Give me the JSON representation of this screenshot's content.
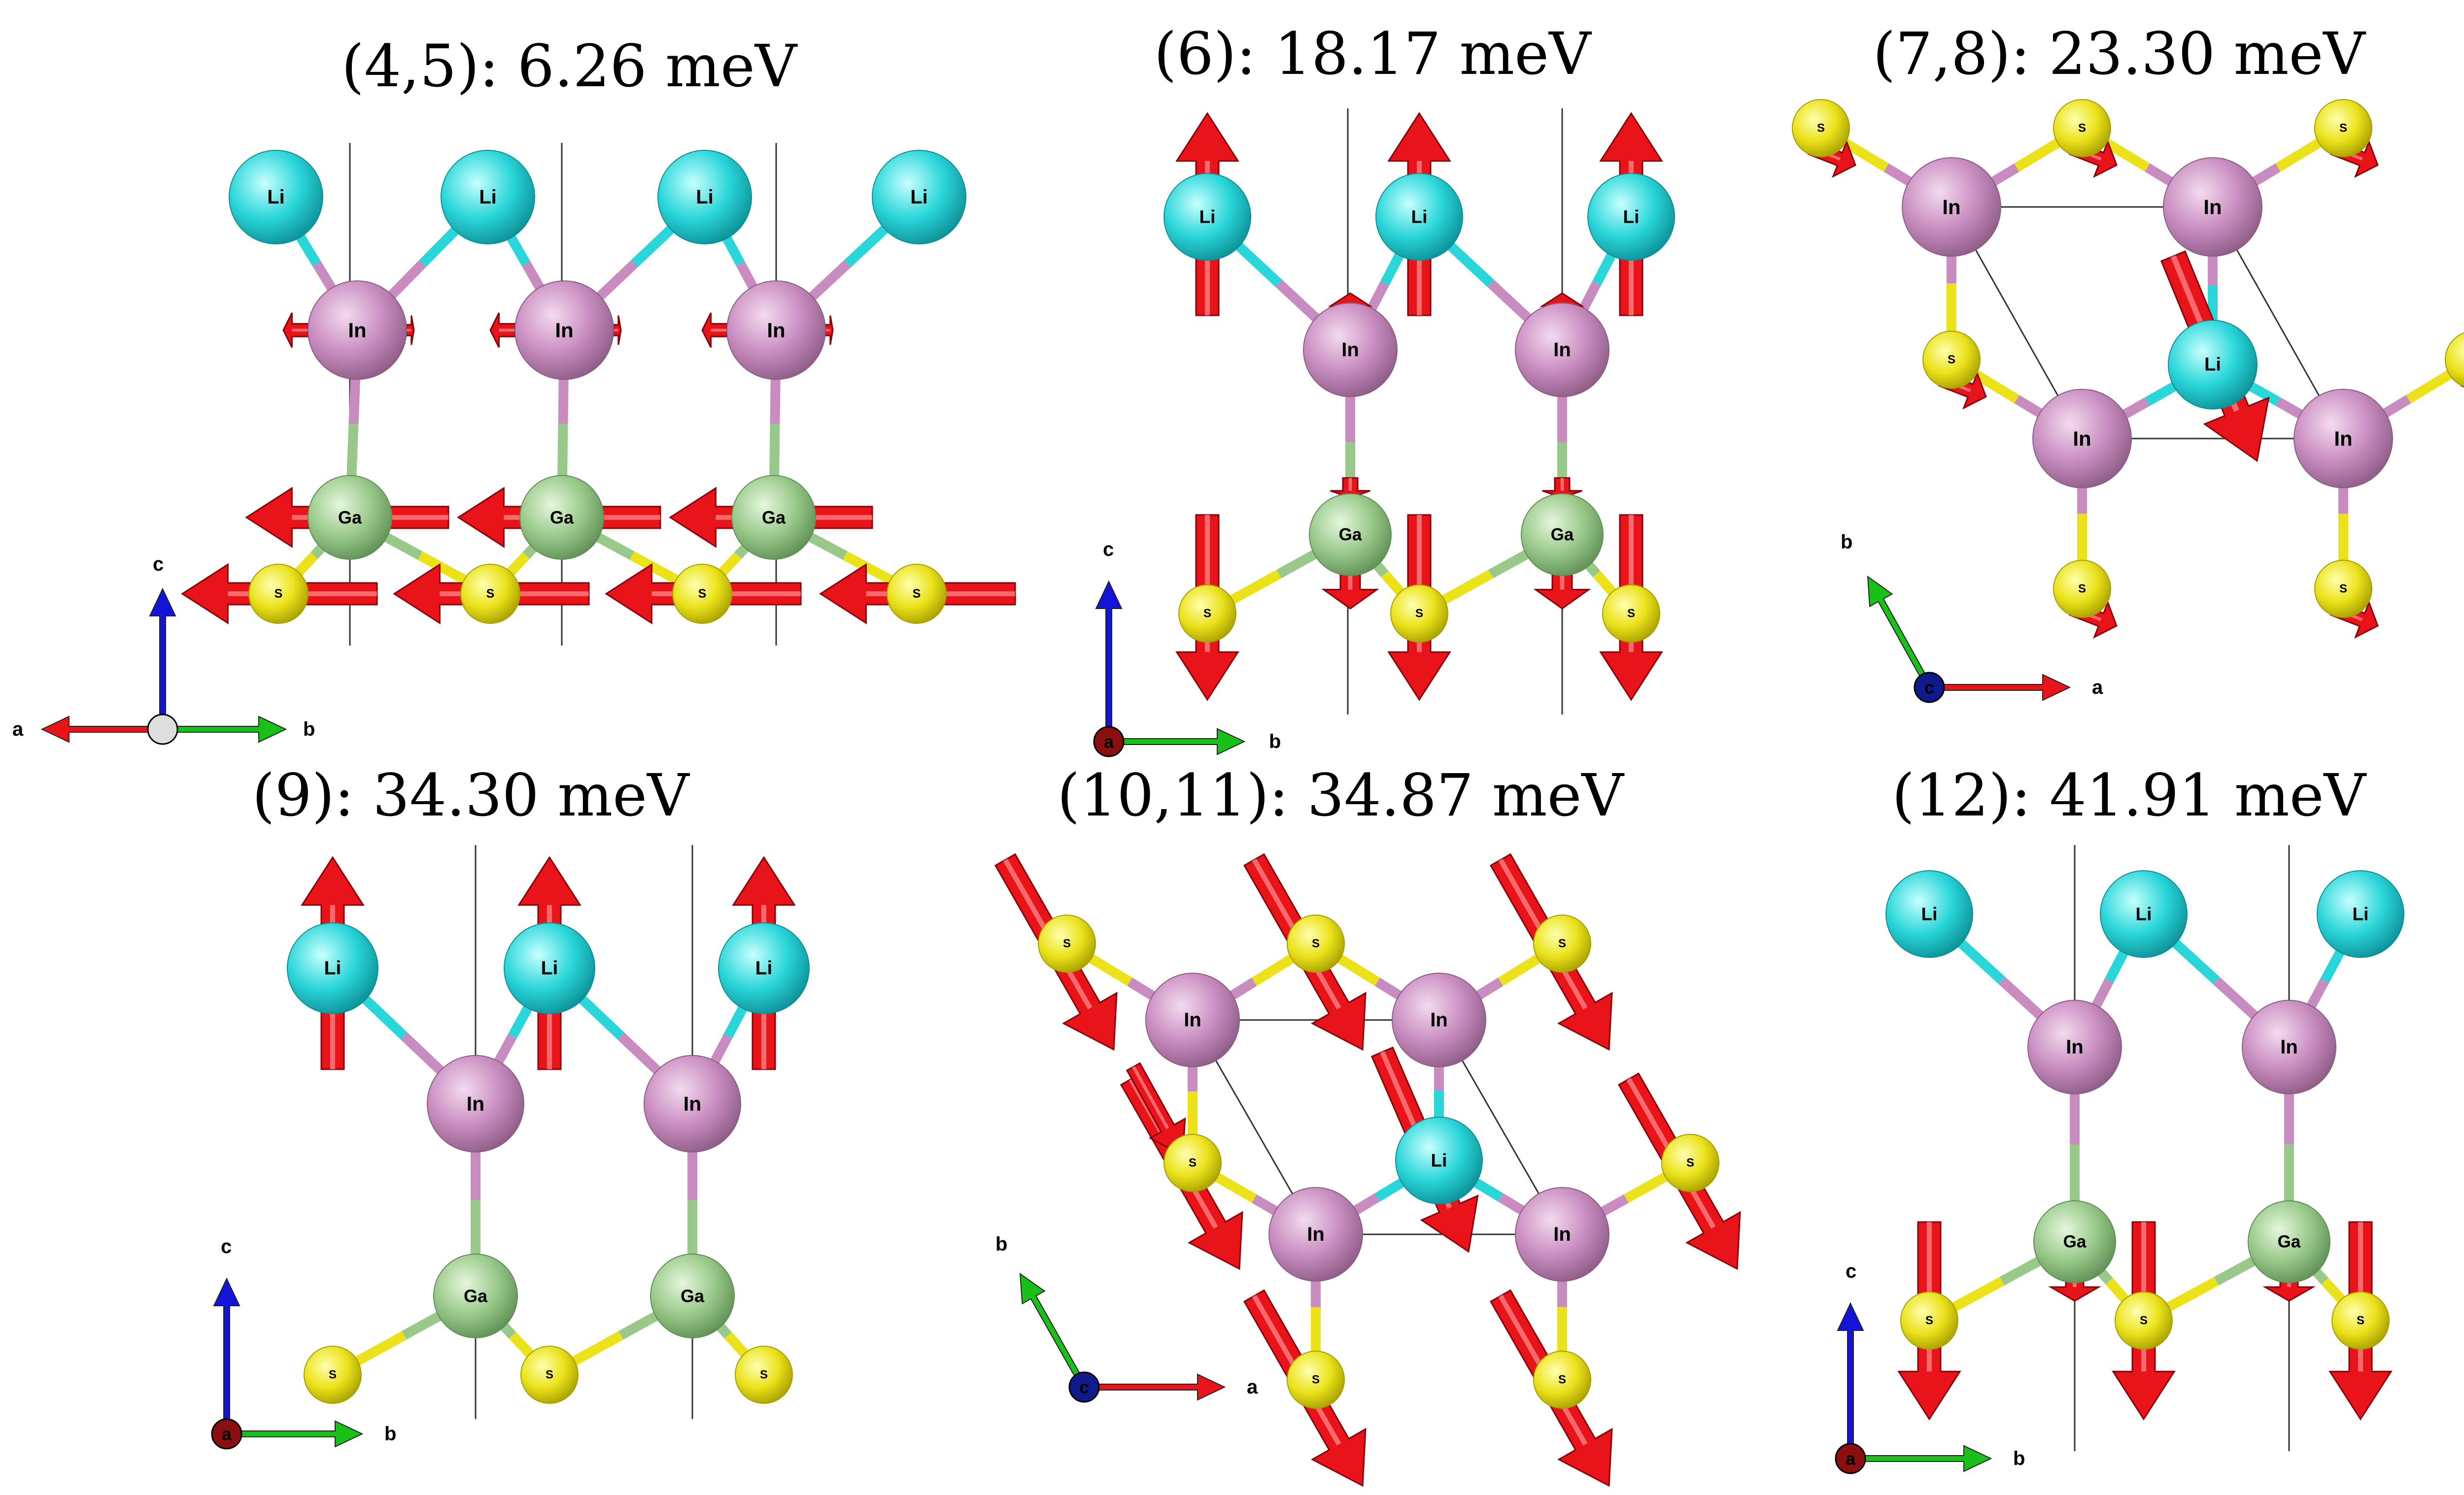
{
  "elements": {
    "Li": {
      "label": "Li",
      "color": "#29d6d9",
      "light": "#c8ffff",
      "dark": "#0c8f96"
    },
    "In": {
      "label": "In",
      "color": "#c98cc0",
      "light": "#f3dbef",
      "dark": "#8c5c85"
    },
    "Ga": {
      "label": "Ga",
      "color": "#99c98a",
      "light": "#e5f7dc",
      "dark": "#5f8f55"
    },
    "S": {
      "label": "S",
      "color": "#ebe21a",
      "light": "#ffffb0",
      "dark": "#a79f00"
    }
  },
  "arrow_color": "#e8141a",
  "axis_colors": {
    "a": "#e8141a",
    "b": "#18c018",
    "c": "#1414d8",
    "a_dot": "#8b0f0f",
    "c_dot": "#0f1a8b"
  },
  "panels": [
    {
      "id": "p45",
      "title": "(4,5): 6.26 meV",
      "view": "side",
      "axes": [
        "a",
        "b",
        "c"
      ]
    },
    {
      "id": "p6",
      "title": "(6): 18.17 meV",
      "view": "side",
      "axes": [
        "a",
        "b",
        "c"
      ]
    },
    {
      "id": "p78",
      "title": "(7,8): 23.30 meV",
      "view": "top",
      "axes": [
        "b",
        "c",
        "a"
      ]
    },
    {
      "id": "p9",
      "title": "(9): 34.30 meV",
      "view": "side",
      "axes": [
        "c",
        "a",
        "b"
      ]
    },
    {
      "id": "p1011",
      "title": "(10,11): 34.87 meV",
      "view": "top",
      "axes": [
        "b",
        "c",
        "a"
      ]
    },
    {
      "id": "p12",
      "title": "(12): 41.91 meV",
      "view": "side",
      "axes": [
        "c",
        "a",
        "b"
      ]
    }
  ]
}
